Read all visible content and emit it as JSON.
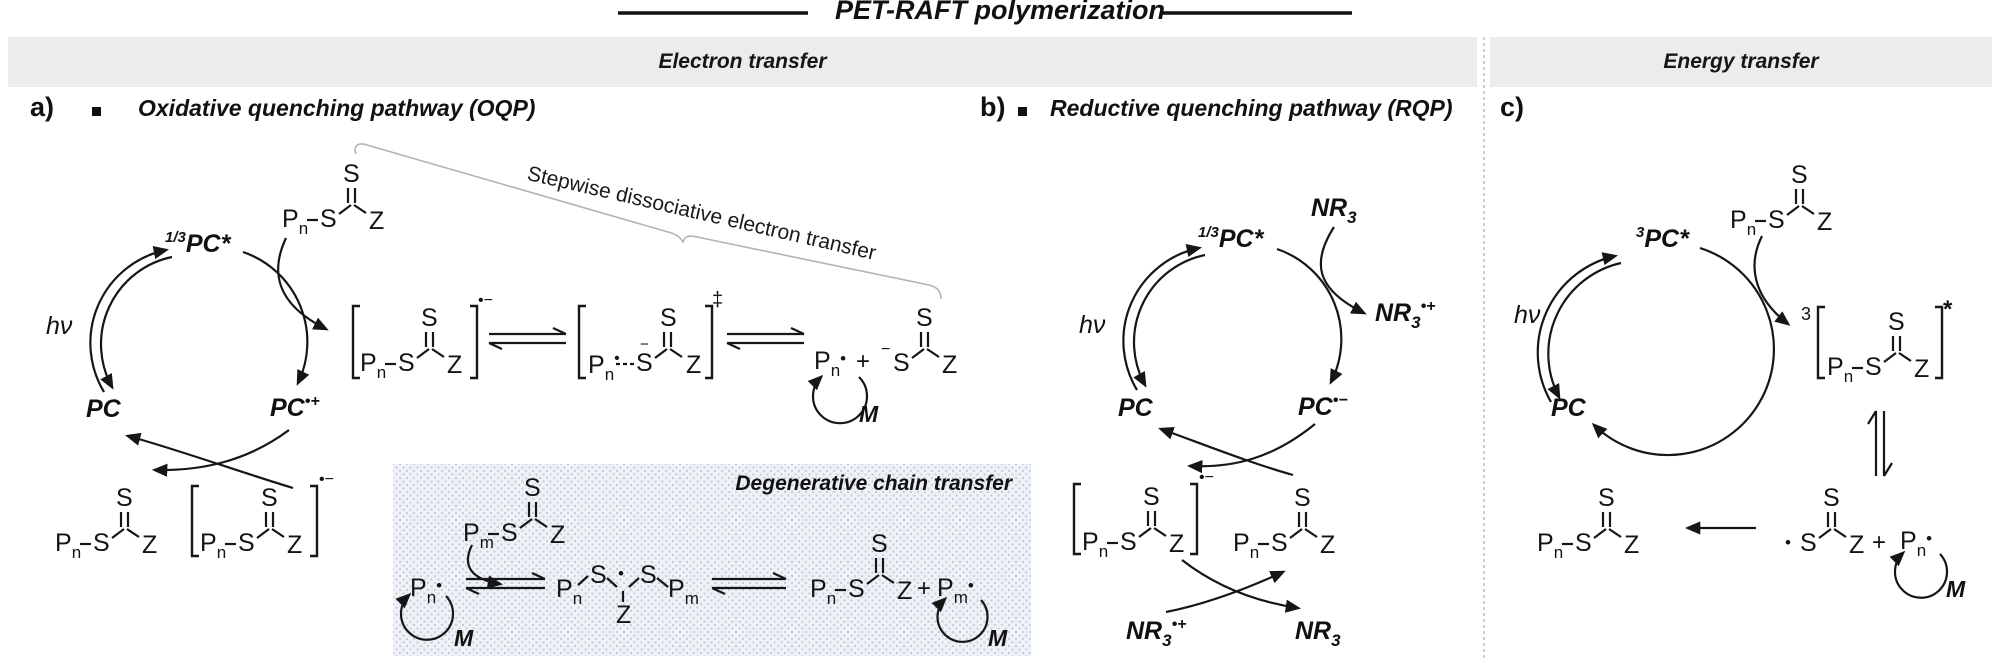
{
  "title": "PET-RAFT polymerization",
  "headers": {
    "electron": "Electron transfer",
    "energy": "Energy transfer"
  },
  "panels": {
    "a": {
      "label": "a)",
      "bullet": "▪",
      "title": "Oxidative quenching pathway (OQP)"
    },
    "b": {
      "label": "b)",
      "bullet": "▪",
      "title": "Reductive quenching pathway (RQP)"
    },
    "c": {
      "label": "c)"
    }
  },
  "annotations": {
    "stepwise": "Stepwise dissociative electron transfer",
    "degenerative": "Degenerative chain transfer"
  },
  "labels": {
    "hv": "hν",
    "pc": "PC",
    "pc_star": "PC*",
    "sup13": "1/3",
    "sup3": "3",
    "radical_cation": "•+",
    "radical_anion": "•−",
    "rad": "•",
    "minus": "−",
    "plus": "+",
    "dagger": "‡",
    "star": "*",
    "M": "M",
    "NR": "NR",
    "sub3": "3",
    "P": "P",
    "subn": "n",
    "subm": "m",
    "S": "S",
    "Z": "Z"
  },
  "colors": {
    "line": "#161616",
    "band_bg": "#ececec",
    "box_bg": "#eef1f6",
    "box_dot": "#c5cfdc",
    "brace": "#b3b3b3",
    "divider": "#cfcfcf"
  }
}
